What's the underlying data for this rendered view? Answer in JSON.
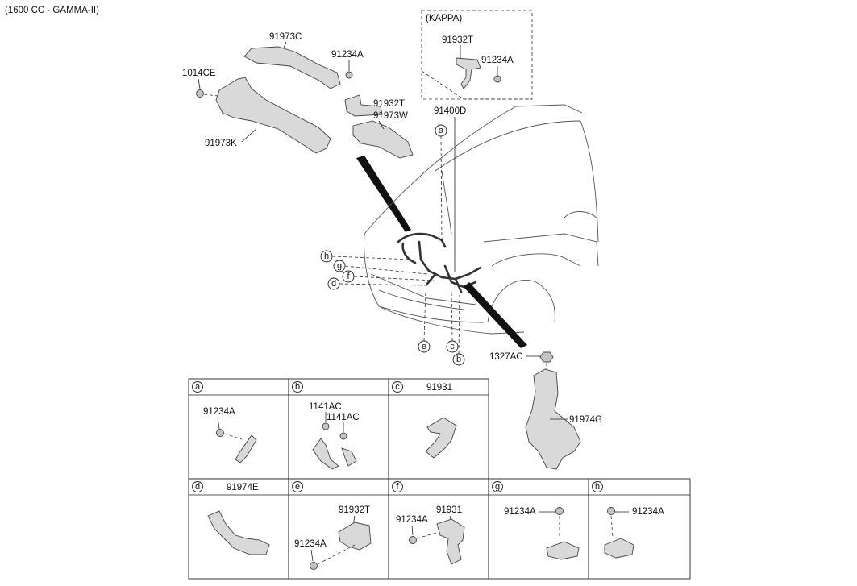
{
  "header": {
    "variant": "(1600 CC - GAMMA-II)"
  },
  "inset": {
    "title": "(KAPPA)",
    "part_a": "91932T",
    "part_b": "91234A"
  },
  "main_labels": {
    "p91973C": "91973C",
    "p91234A": "91234A",
    "p1014CE": "1014CE",
    "p91932T": "91932T",
    "p91973W": "91973W",
    "p91973K": "91973K",
    "p91400D": "91400D",
    "p1327AC": "1327AC",
    "p91974G": "91974G"
  },
  "callouts": [
    "a",
    "b",
    "c",
    "d",
    "e",
    "f",
    "g",
    "h"
  ],
  "cells": [
    {
      "key": "a",
      "title": "",
      "parts": [
        "91234A"
      ]
    },
    {
      "key": "b",
      "title": "",
      "parts": [
        "1141AC",
        "1141AC"
      ]
    },
    {
      "key": "c",
      "title": "91931",
      "parts": []
    },
    {
      "key": "d",
      "title": "91974E",
      "parts": []
    },
    {
      "key": "e",
      "title": "",
      "parts": [
        "91932T",
        "91234A"
      ]
    },
    {
      "key": "f",
      "title": "",
      "parts": [
        "91234A",
        "91931"
      ]
    },
    {
      "key": "g",
      "title": "",
      "parts": [
        "91234A"
      ]
    },
    {
      "key": "h",
      "title": "",
      "parts": [
        "91234A"
      ]
    }
  ]
}
